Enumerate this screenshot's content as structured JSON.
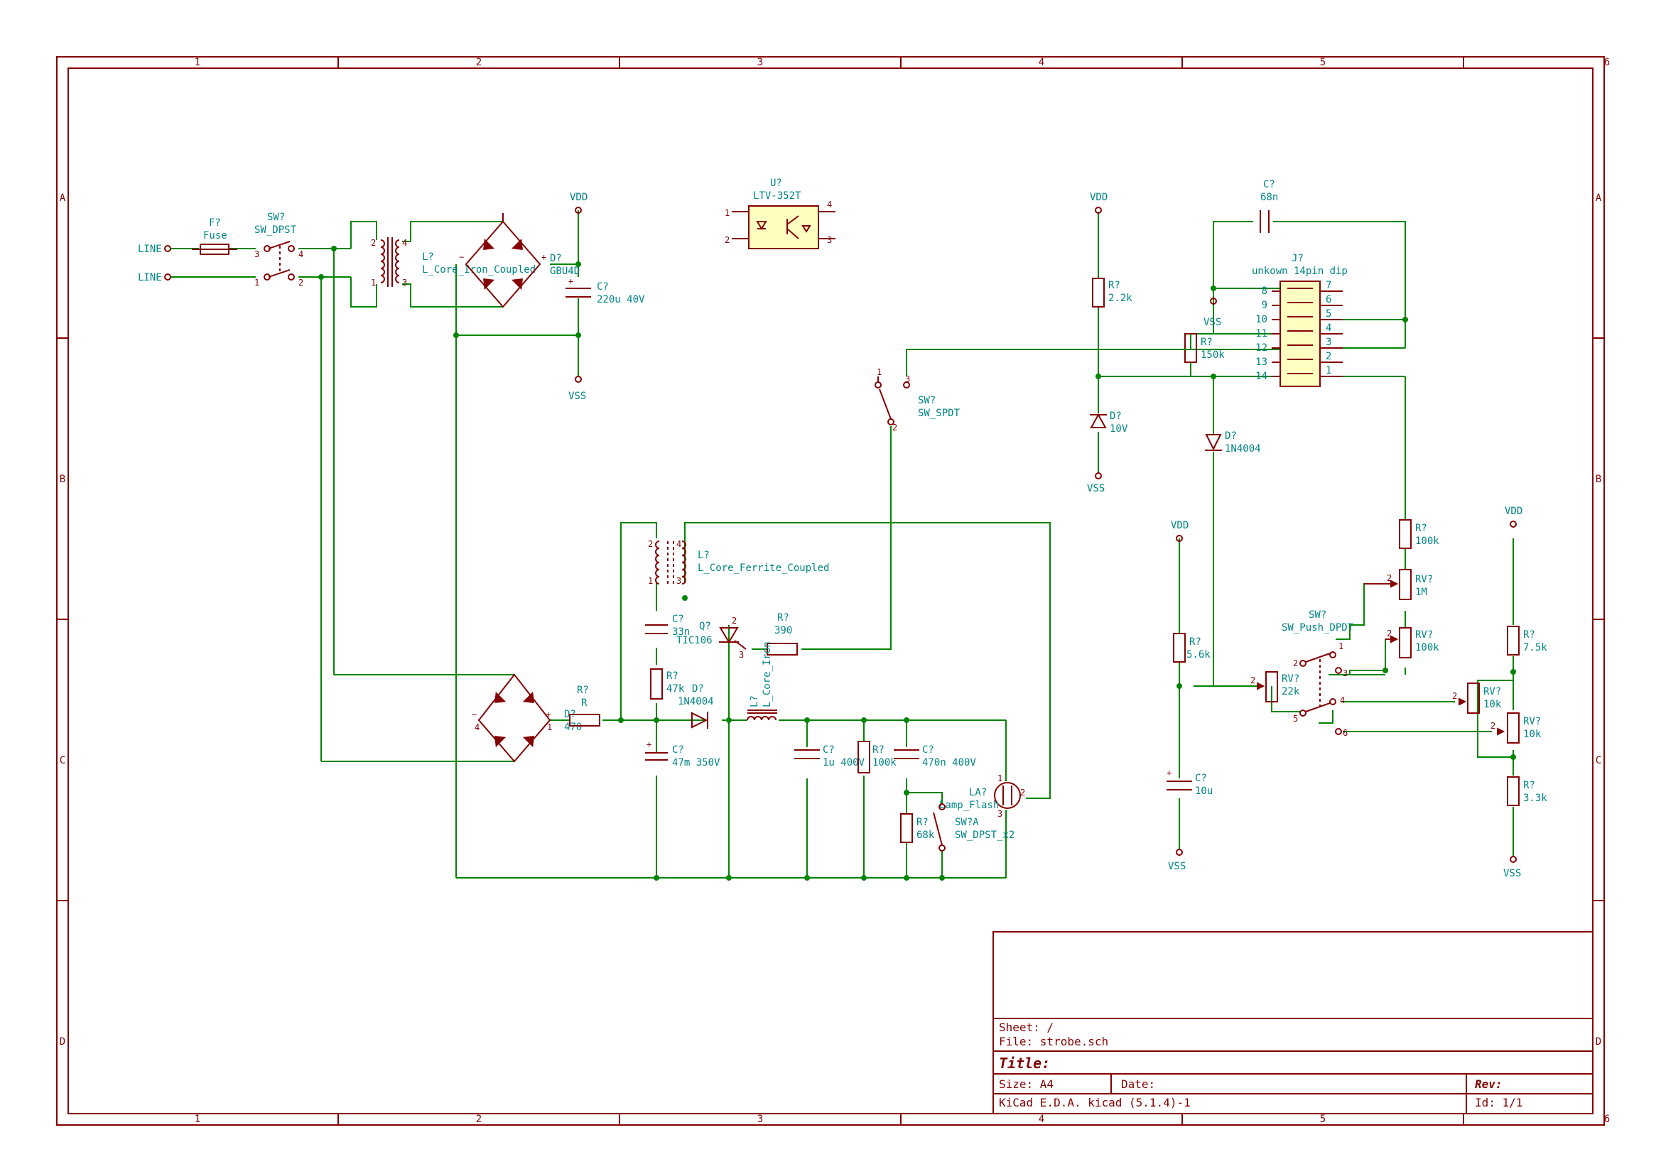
{
  "title_block": {
    "sheet": "Sheet: /",
    "file": "File: strobe.sch",
    "title": "Title:",
    "size": "Size: A4",
    "date": "Date:",
    "rev": "Rev:",
    "tool": "KiCad E.D.A.  kicad (5.1.4)-1",
    "id": "Id: 1/1"
  },
  "border": {
    "columns": [
      "1",
      "2",
      "3",
      "4",
      "5",
      "6"
    ],
    "rows": [
      "A",
      "B",
      "C",
      "D"
    ]
  },
  "power": {
    "line1": "LINE",
    "line2": "LINE",
    "vdd1": "VDD",
    "vss1": "VSS",
    "vdd2": "VDD",
    "vss2": "VSS",
    "vss3": "VSS",
    "vdd3": "VDD",
    "vss4": "VSS",
    "vdd4": "VDD",
    "vss5": "VSS"
  },
  "components": {
    "fuse": {
      "ref": "F?",
      "value": "Fuse"
    },
    "sw_main": {
      "ref": "SW?",
      "value": "SW_DPST"
    },
    "transformer": {
      "ref": "L?",
      "value": "L_Core_Iron_Coupled"
    },
    "bridge1": {
      "ref": "D?",
      "value": "GBU4D"
    },
    "c_main": {
      "ref": "C?",
      "value": "220u 40V"
    },
    "opto": {
      "ref": "U?",
      "value": "LTV-352T"
    },
    "c68": {
      "ref": "C?",
      "value": "68n"
    },
    "ic": {
      "ref": "J?",
      "value": "unkown 14pin dip"
    },
    "r22k": {
      "ref": "R?",
      "value": "2.2k"
    },
    "r150": {
      "ref": "R?",
      "value": "150k"
    },
    "zener": {
      "ref": "D?",
      "value": "10V"
    },
    "d1n4004a": {
      "ref": "D?",
      "value": "1N4004"
    },
    "sw_spdt": {
      "ref": "SW?",
      "value": "SW_SPDT"
    },
    "ferrite": {
      "ref": "L?",
      "value": "L_Core_Ferrite_Coupled"
    },
    "c33": {
      "ref": "C?",
      "value": "33n"
    },
    "thyristor": {
      "ref": "Q?",
      "value": "TIC106"
    },
    "r390": {
      "ref": "R?",
      "value": "390"
    },
    "r47k": {
      "ref": "R?",
      "value": "47k"
    },
    "d1n4004b": {
      "ref": "D?",
      "value": "1N4004"
    },
    "bridge2": {
      "ref": "D?",
      "value": "470"
    },
    "r_r": {
      "ref": "R?",
      "value": "R"
    },
    "inductor": {
      "ref": "L?",
      "value": "L_Core_Iron"
    },
    "c47m": {
      "ref": "C?",
      "value": "47m 350V"
    },
    "c1u": {
      "ref": "C?",
      "value": "1u 400V"
    },
    "r100k_a": {
      "ref": "R?",
      "value": "100k"
    },
    "c470n": {
      "ref": "C?",
      "value": "470n 400V"
    },
    "lamp": {
      "ref": "LA?",
      "value": "Lamp_Flash"
    },
    "r68k": {
      "ref": "R?",
      "value": "68k"
    },
    "sw_a": {
      "ref": "SW?A",
      "value": "SW_DPST_x2"
    },
    "r56k": {
      "ref": "R?",
      "value": "5.6k"
    },
    "c10u": {
      "ref": "C?",
      "value": "10u"
    },
    "r100k_b": {
      "ref": "R?",
      "value": "100k"
    },
    "rv1m": {
      "ref": "RV?",
      "value": "1M"
    },
    "rv100k": {
      "ref": "RV?",
      "value": "100k"
    },
    "rv22k": {
      "ref": "RV?",
      "value": "22k"
    },
    "sw_push": {
      "ref": "SW?",
      "value": "SW_Push_DPDT"
    },
    "r75k": {
      "ref": "R?",
      "value": "7.5k"
    },
    "rv10k_a": {
      "ref": "RV?",
      "value": "10k"
    },
    "rv10k_b": {
      "ref": "RV?",
      "value": "10k"
    },
    "r33k": {
      "ref": "R?",
      "value": "3.3k"
    }
  },
  "pins": {
    "ic_left": [
      "8",
      "9",
      "10",
      "11",
      "12",
      "13",
      "14"
    ],
    "ic_right": [
      "7",
      "6",
      "5",
      "4",
      "3",
      "2",
      "1"
    ]
  }
}
